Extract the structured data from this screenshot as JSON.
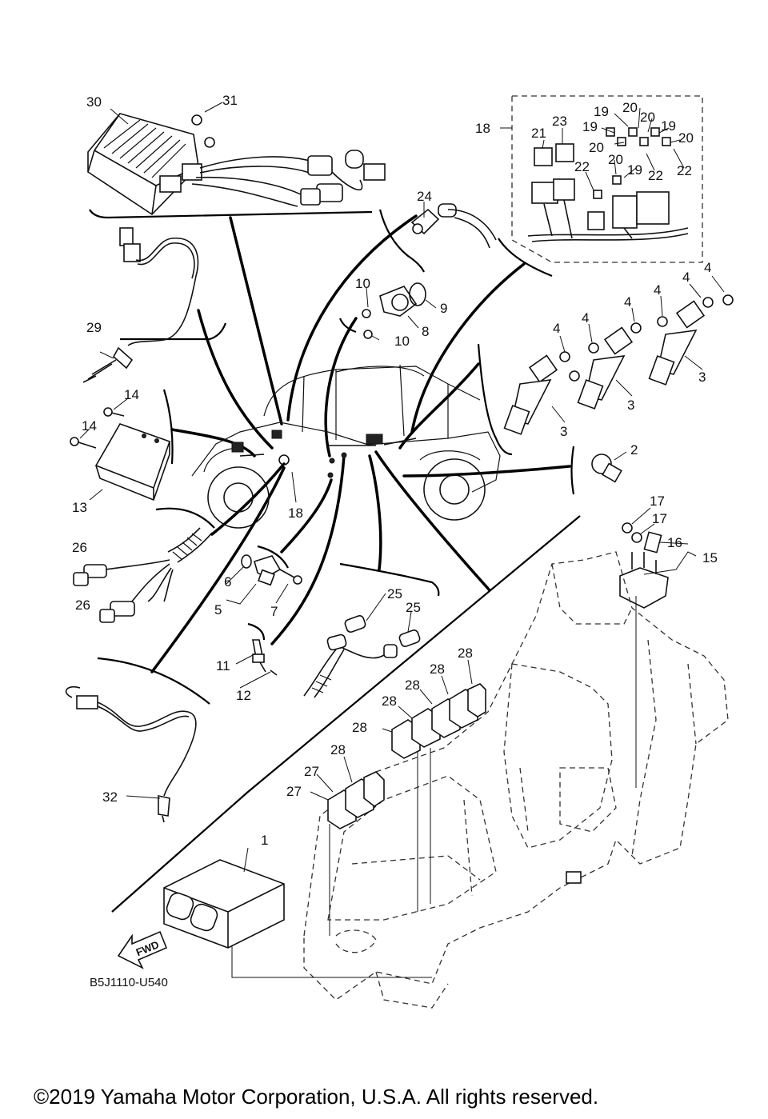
{
  "diagram_code": "B5J1110-U540",
  "fwd_label": "FWD",
  "copyright": "©2019 Yamaha Motor Corporation, U.S.A. All rights reserved.",
  "callouts": {
    "c1": "1",
    "c2": "2",
    "c3a": "3",
    "c3b": "3",
    "c3c": "3",
    "c4a": "4",
    "c4b": "4",
    "c4c": "4",
    "c4d": "4",
    "c4e": "4",
    "c4f": "4",
    "c5": "5",
    "c6": "6",
    "c7": "7",
    "c8": "8",
    "c9": "9",
    "c10a": "10",
    "c10b": "10",
    "c11": "11",
    "c12": "12",
    "c13": "13",
    "c14a": "14",
    "c14b": "14",
    "c15": "15",
    "c16": "16",
    "c17a": "17",
    "c17b": "17",
    "c18a": "18",
    "c18b": "18",
    "c19a": "19",
    "c19b": "19",
    "c19c": "19",
    "c19d": "19",
    "c20a": "20",
    "c20b": "20",
    "c20c": "20",
    "c20d": "20",
    "c20e": "20",
    "c21": "21",
    "c22a": "22",
    "c22b": "22",
    "c22c": "22",
    "c23": "23",
    "c24": "24",
    "c25a": "25",
    "c25b": "25",
    "c26a": "26",
    "c26b": "26",
    "c27a": "27",
    "c27b": "27",
    "c28a": "28",
    "c28b": "28",
    "c28c": "28",
    "c28d": "28",
    "c28e": "28",
    "c28f": "28",
    "c29": "29",
    "c30": "30",
    "c31": "31",
    "c32": "32"
  }
}
